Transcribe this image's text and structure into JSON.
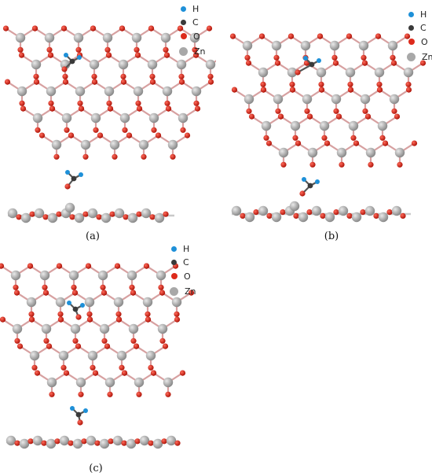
{
  "legend": [
    {
      "label": "H",
      "color": "#1e90d8"
    },
    {
      "label": "C",
      "color": "#3a3a3a"
    },
    {
      "label": "O",
      "color": "#dd2a1b"
    },
    {
      "label": "Zn",
      "color": "#a8a8a8"
    }
  ],
  "panels": [
    {
      "caption": "(a)"
    },
    {
      "caption": "(b)"
    },
    {
      "caption": "(c)"
    }
  ]
}
